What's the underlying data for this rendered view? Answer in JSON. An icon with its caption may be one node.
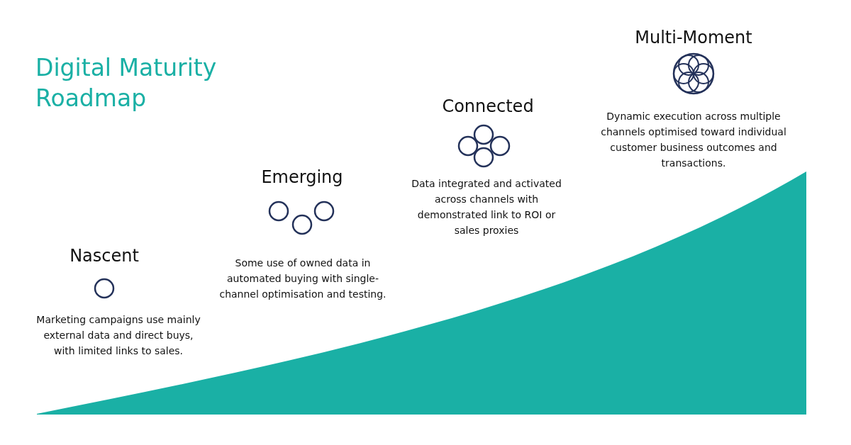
{
  "diagram": {
    "title": "Digital Maturity Roadmap",
    "labels": [
      "Nascent",
      "Marketing campaigns use mainly external data and direct buys, with limited links to sales.",
      "Emerging",
      "Some use of owned data in automated buying with single-channel optimisation and testing.",
      "Connected",
      "Data integrated and activated across channels with demonstrated link to ROI or sales proxies",
      "Multi-Moment",
      "Dynamic execution across multiple channels optimised toward individual customer business outcomes and transactions."
    ]
  }
}
